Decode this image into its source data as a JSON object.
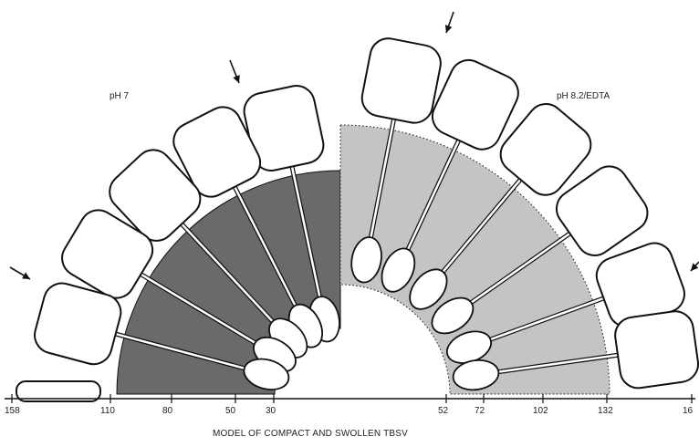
{
  "diagram": {
    "left_label": "pH 7",
    "right_label": "pH 8.2/EDTA",
    "caption": "MODEL OF COMPACT AND SWOLLEN TBSV",
    "left_ticks": [
      "158",
      "110",
      "80",
      "50",
      "30"
    ],
    "right_ticks": [
      "52",
      "72",
      "102",
      "132",
      "16"
    ],
    "colors": {
      "compact_shell": "#6a6a6a",
      "swollen_shell": "#c4c4c4",
      "outline": "#111111",
      "domain_fill": "#ffffff"
    },
    "icons": [
      "arrow-icon"
    ]
  }
}
